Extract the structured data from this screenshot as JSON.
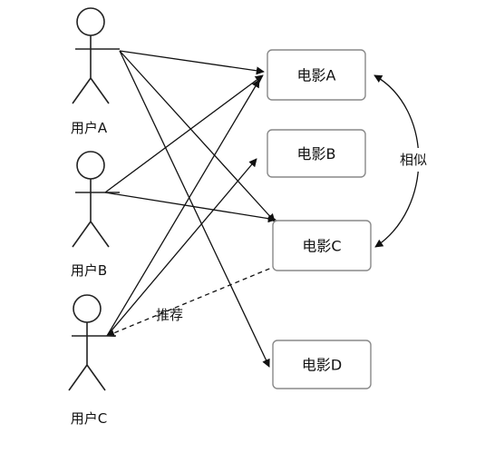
{
  "users": [
    {
      "id": "A",
      "label": "用户A"
    },
    {
      "id": "B",
      "label": "用户B"
    },
    {
      "id": "C",
      "label": "用户C"
    }
  ],
  "movies": [
    {
      "id": "A",
      "label": "电影A"
    },
    {
      "id": "B",
      "label": "电影B"
    },
    {
      "id": "C",
      "label": "电影C"
    },
    {
      "id": "D",
      "label": "电影D"
    }
  ],
  "relations": [
    {
      "from": "A",
      "to": "A",
      "style": "solid"
    },
    {
      "from": "A",
      "to": "C",
      "style": "solid"
    },
    {
      "from": "A",
      "to": "D",
      "style": "solid"
    },
    {
      "from": "B",
      "to": "A",
      "style": "solid"
    },
    {
      "from": "B",
      "to": "C",
      "style": "solid"
    },
    {
      "from": "C",
      "to": "A",
      "style": "solid"
    },
    {
      "from": "C",
      "to": "B",
      "style": "solid"
    },
    {
      "from": "C",
      "to": "C",
      "style": "dashed",
      "label": "推荐"
    }
  ],
  "similarity": {
    "between": [
      "A",
      "C"
    ],
    "label": "相似"
  }
}
